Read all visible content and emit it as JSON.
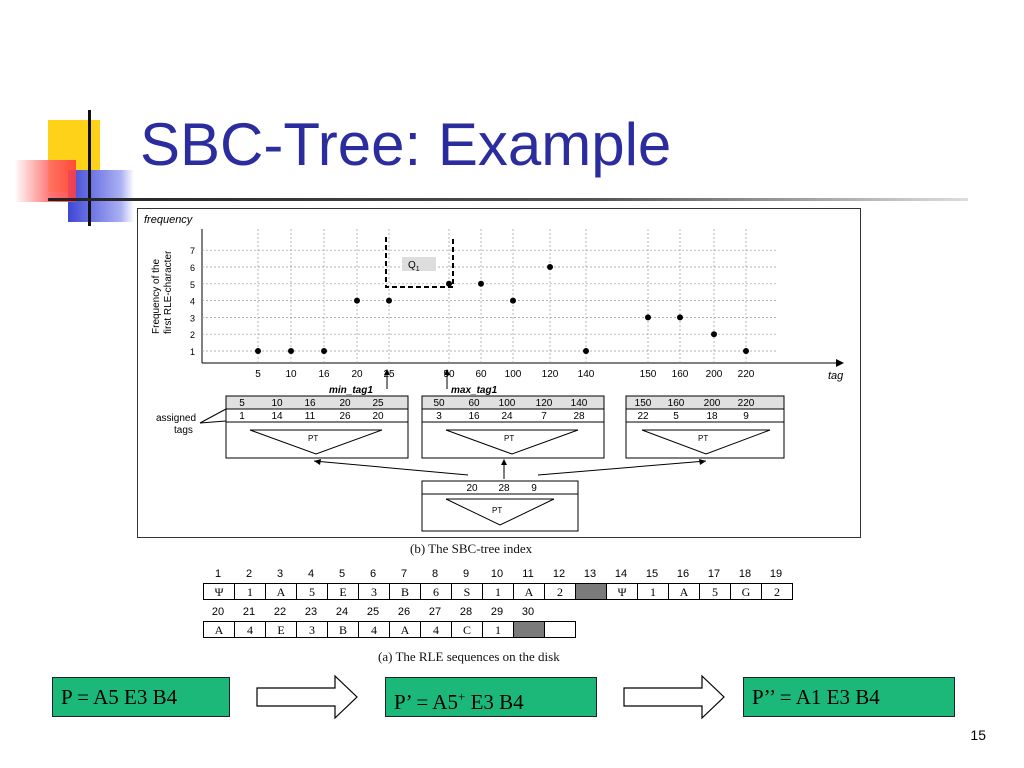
{
  "slide": {
    "title": "SBC-Tree: Example",
    "page_number": "15"
  },
  "plot": {
    "y_axis_title": "frequency",
    "y_axis_subtitle_1": "Frequency of the",
    "y_axis_subtitle_2": "first RLE-character",
    "x_axis_title": "tag",
    "x_ticks": [
      "5",
      "10",
      "16",
      "20",
      "25",
      "50",
      "60",
      "100",
      "120",
      "140",
      "150",
      "160",
      "200",
      "220"
    ],
    "y_ticks": [
      "1",
      "2",
      "3",
      "4",
      "5",
      "6",
      "7"
    ],
    "y_values": [
      1,
      1,
      1,
      4,
      4,
      5,
      5,
      4,
      6,
      1,
      3,
      3,
      2,
      1
    ],
    "query_label": "Q",
    "query_subscript": "1",
    "min_tag_label": "min_tag1",
    "max_tag_label": "max_tag1"
  },
  "tree": {
    "assigned_label_1": "assigned",
    "assigned_label_2": "tags",
    "pt_label": "PT",
    "leaves": [
      {
        "keys": [
          "5",
          "10",
          "16",
          "20",
          "25"
        ],
        "tags": [
          "1",
          "14",
          "11",
          "26",
          "20"
        ]
      },
      {
        "keys": [
          "50",
          "60",
          "100",
          "120",
          "140"
        ],
        "tags": [
          "3",
          "16",
          "24",
          "7",
          "28"
        ]
      },
      {
        "keys": [
          "150",
          "160",
          "200",
          "220"
        ],
        "tags": [
          "22",
          "5",
          "18",
          "9"
        ]
      }
    ],
    "root_keys": [
      "20",
      "28",
      "9"
    ]
  },
  "captions": {
    "b": "(b) The SBC-tree index",
    "a": "(a) The RLE sequences on the disk"
  },
  "rle": {
    "row1_numbers": [
      "1",
      "2",
      "3",
      "4",
      "5",
      "6",
      "7",
      "8",
      "9",
      "10",
      "11",
      "12",
      "13",
      "14",
      "15",
      "16",
      "17",
      "18",
      "19"
    ],
    "row1_cells": [
      "Ψ",
      "1",
      "A",
      "5",
      "E",
      "3",
      "B",
      "6",
      "S",
      "1",
      "A",
      "2",
      "",
      "Ψ",
      "1",
      "A",
      "5",
      "G",
      "2"
    ],
    "row1_filled": [
      false,
      false,
      false,
      false,
      false,
      false,
      false,
      false,
      false,
      false,
      false,
      false,
      true,
      false,
      false,
      false,
      false,
      false,
      false
    ],
    "row2_numbers": [
      "20",
      "21",
      "22",
      "23",
      "24",
      "25",
      "26",
      "27",
      "28",
      "29",
      "30"
    ],
    "row2_cells": [
      "A",
      "4",
      "E",
      "3",
      "B",
      "4",
      "A",
      "4",
      "C",
      "1",
      "",
      ""
    ],
    "row2_filled": [
      false,
      false,
      false,
      false,
      false,
      false,
      false,
      false,
      false,
      false,
      true,
      false
    ]
  },
  "patterns": {
    "p1": "P = A5 E3 B4",
    "p2_prefix": "P’ = A5",
    "p2_sup": "+",
    "p2_suffix": " E3 B4",
    "p3": "P’’ = A1 E3 B4"
  },
  "colors": {
    "title": "#2b2d9e",
    "pattern_box": "#1bb87a",
    "deco_yellow": "#ffd21a",
    "deco_blue": "#3e46d6",
    "deco_red": "#ff5a5a",
    "filled_cell": "#7a7a7a"
  }
}
